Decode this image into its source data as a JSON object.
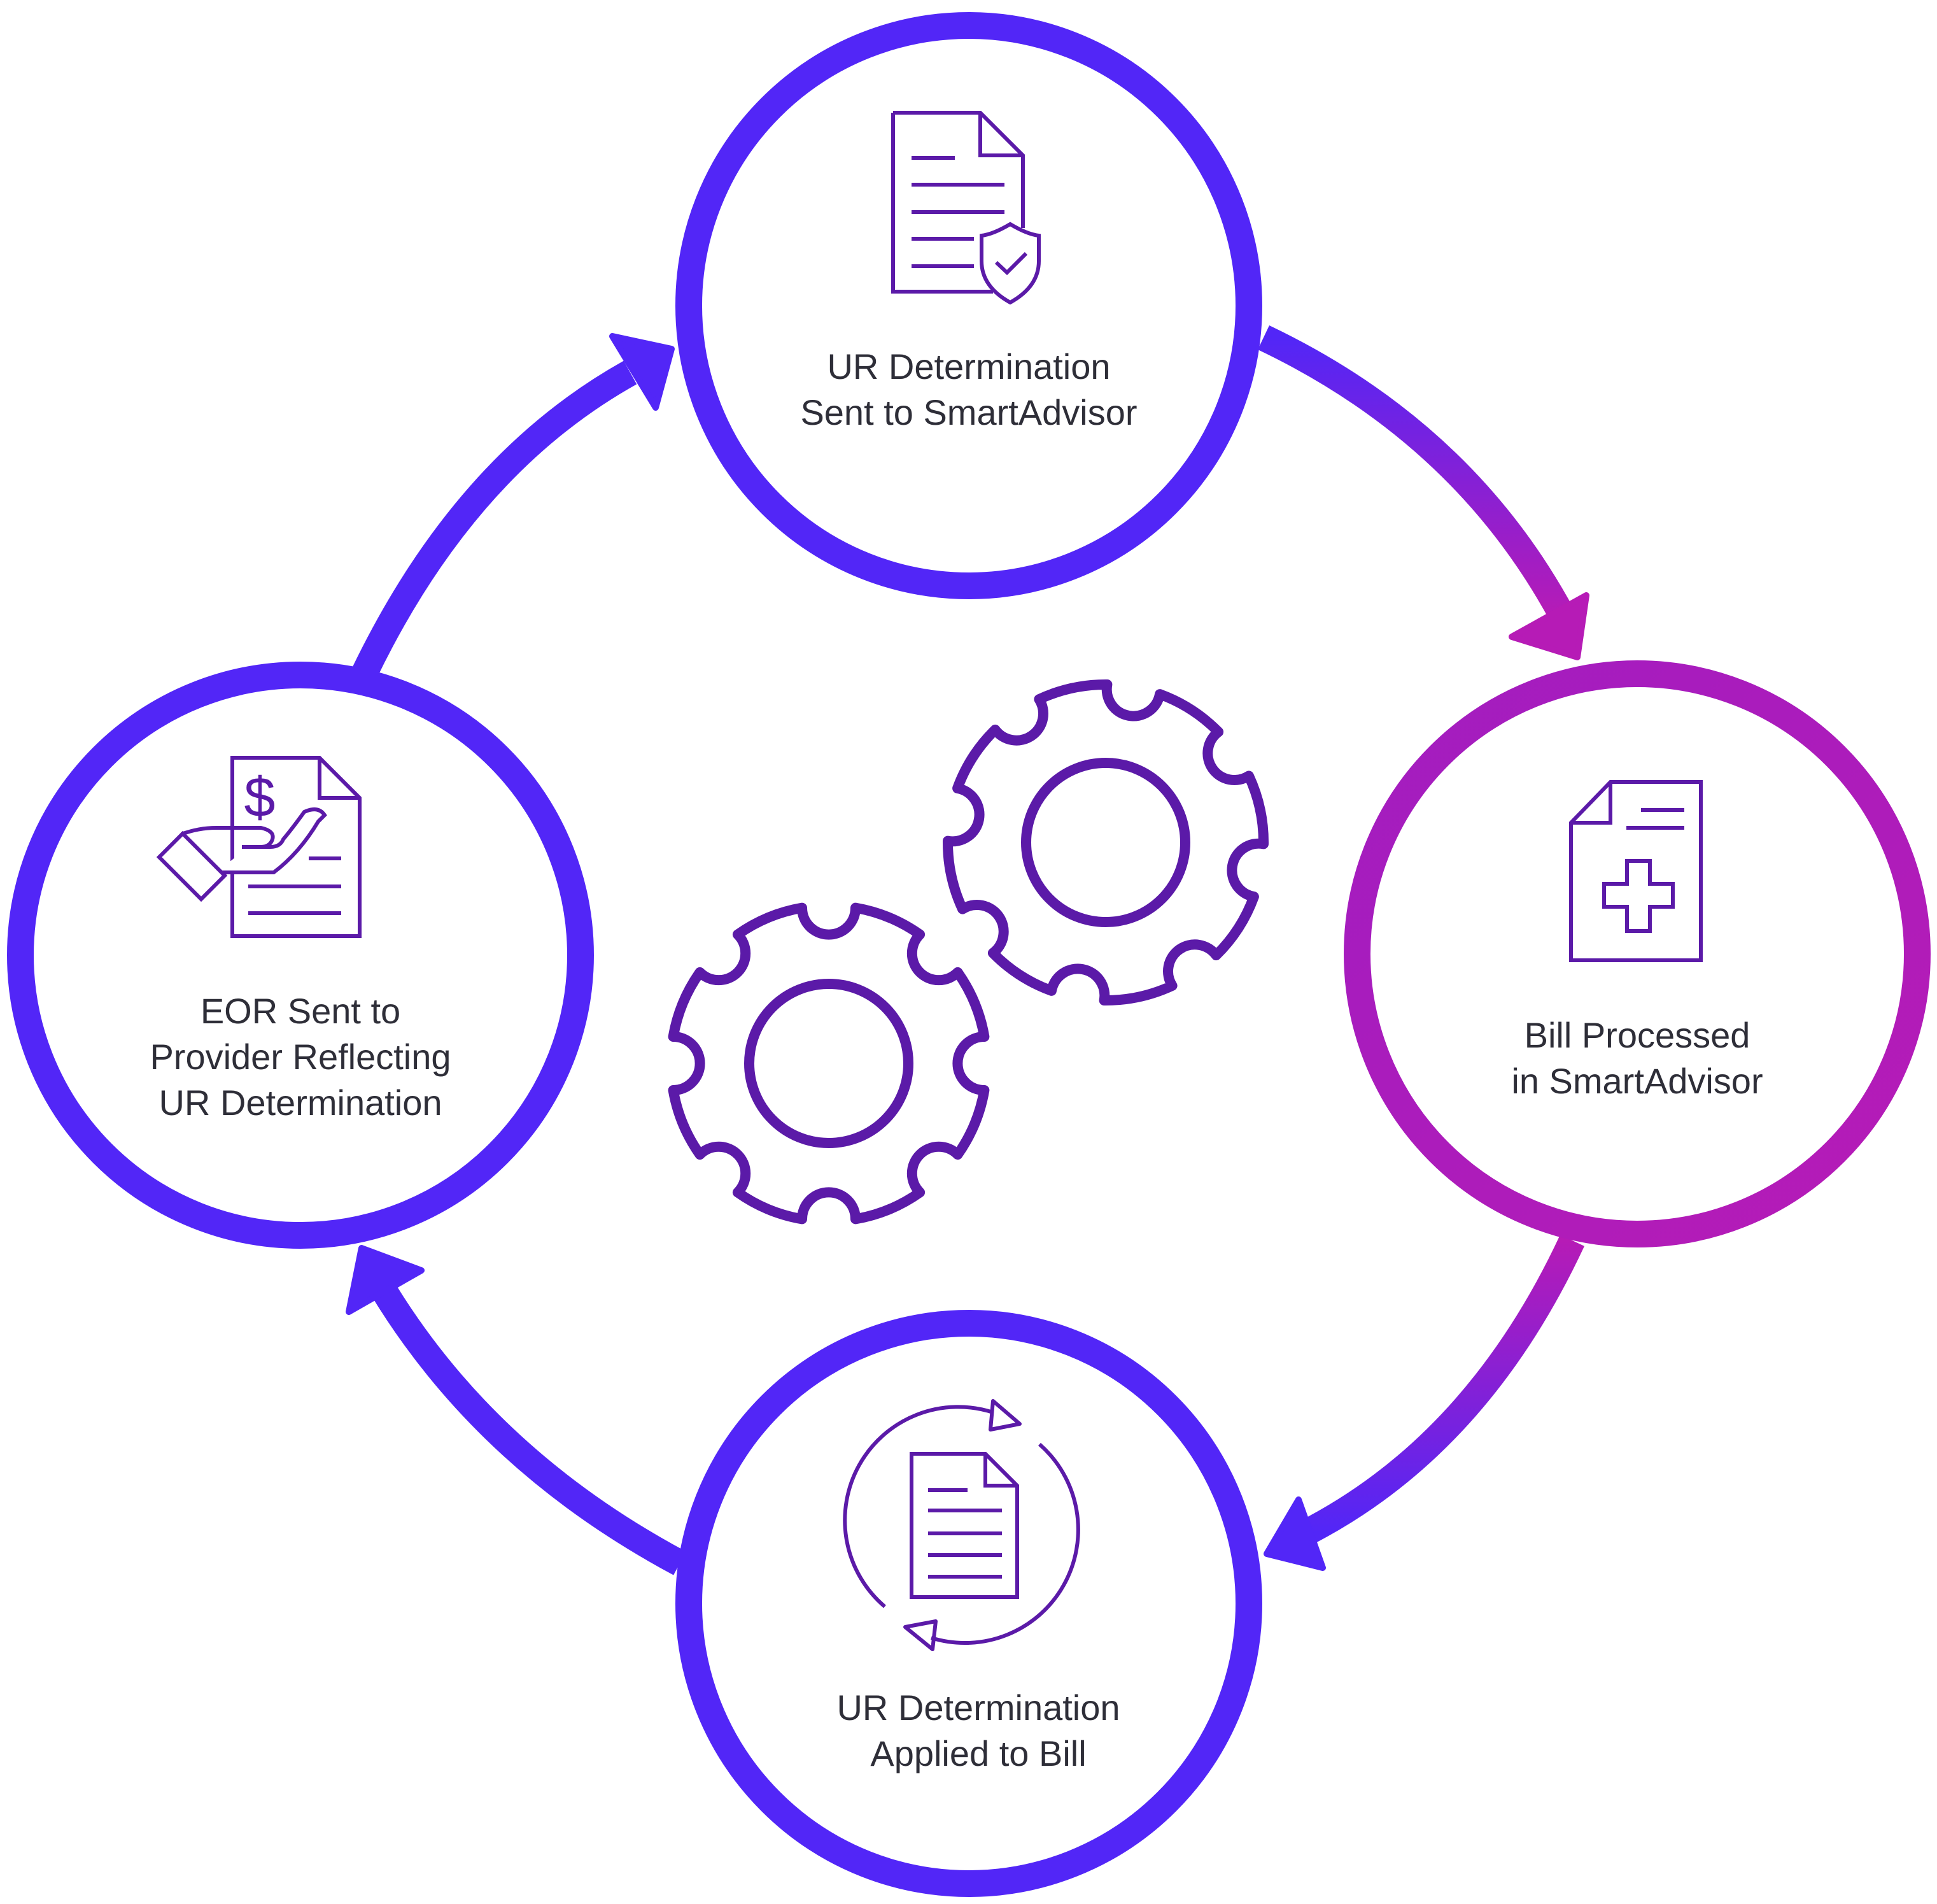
{
  "colors": {
    "blue": "#5226F7",
    "magenta": "#B61BB6",
    "icon_purple": "#5B1AA8",
    "text": "#2e2e38",
    "background": "#ffffff"
  },
  "nodes": [
    {
      "id": "ur-determination-sent",
      "icon": "document-shield-check-icon",
      "lines": [
        "UR Determination",
        "Sent to SmartAdvisor"
      ]
    },
    {
      "id": "bill-processed",
      "icon": "medical-document-cross-icon",
      "lines": [
        "Bill Processed",
        "in SmartAdvisor"
      ]
    },
    {
      "id": "ur-determination-applied",
      "icon": "document-refresh-icon",
      "lines": [
        "UR Determination",
        "Applied to Bill"
      ]
    },
    {
      "id": "eor-sent",
      "icon": "hand-dollar-document-icon",
      "lines": [
        "EOR Sent to",
        "Provider Reflecting",
        "UR Determination"
      ]
    }
  ],
  "center_icon": "gears-icon",
  "flow": "clockwise"
}
